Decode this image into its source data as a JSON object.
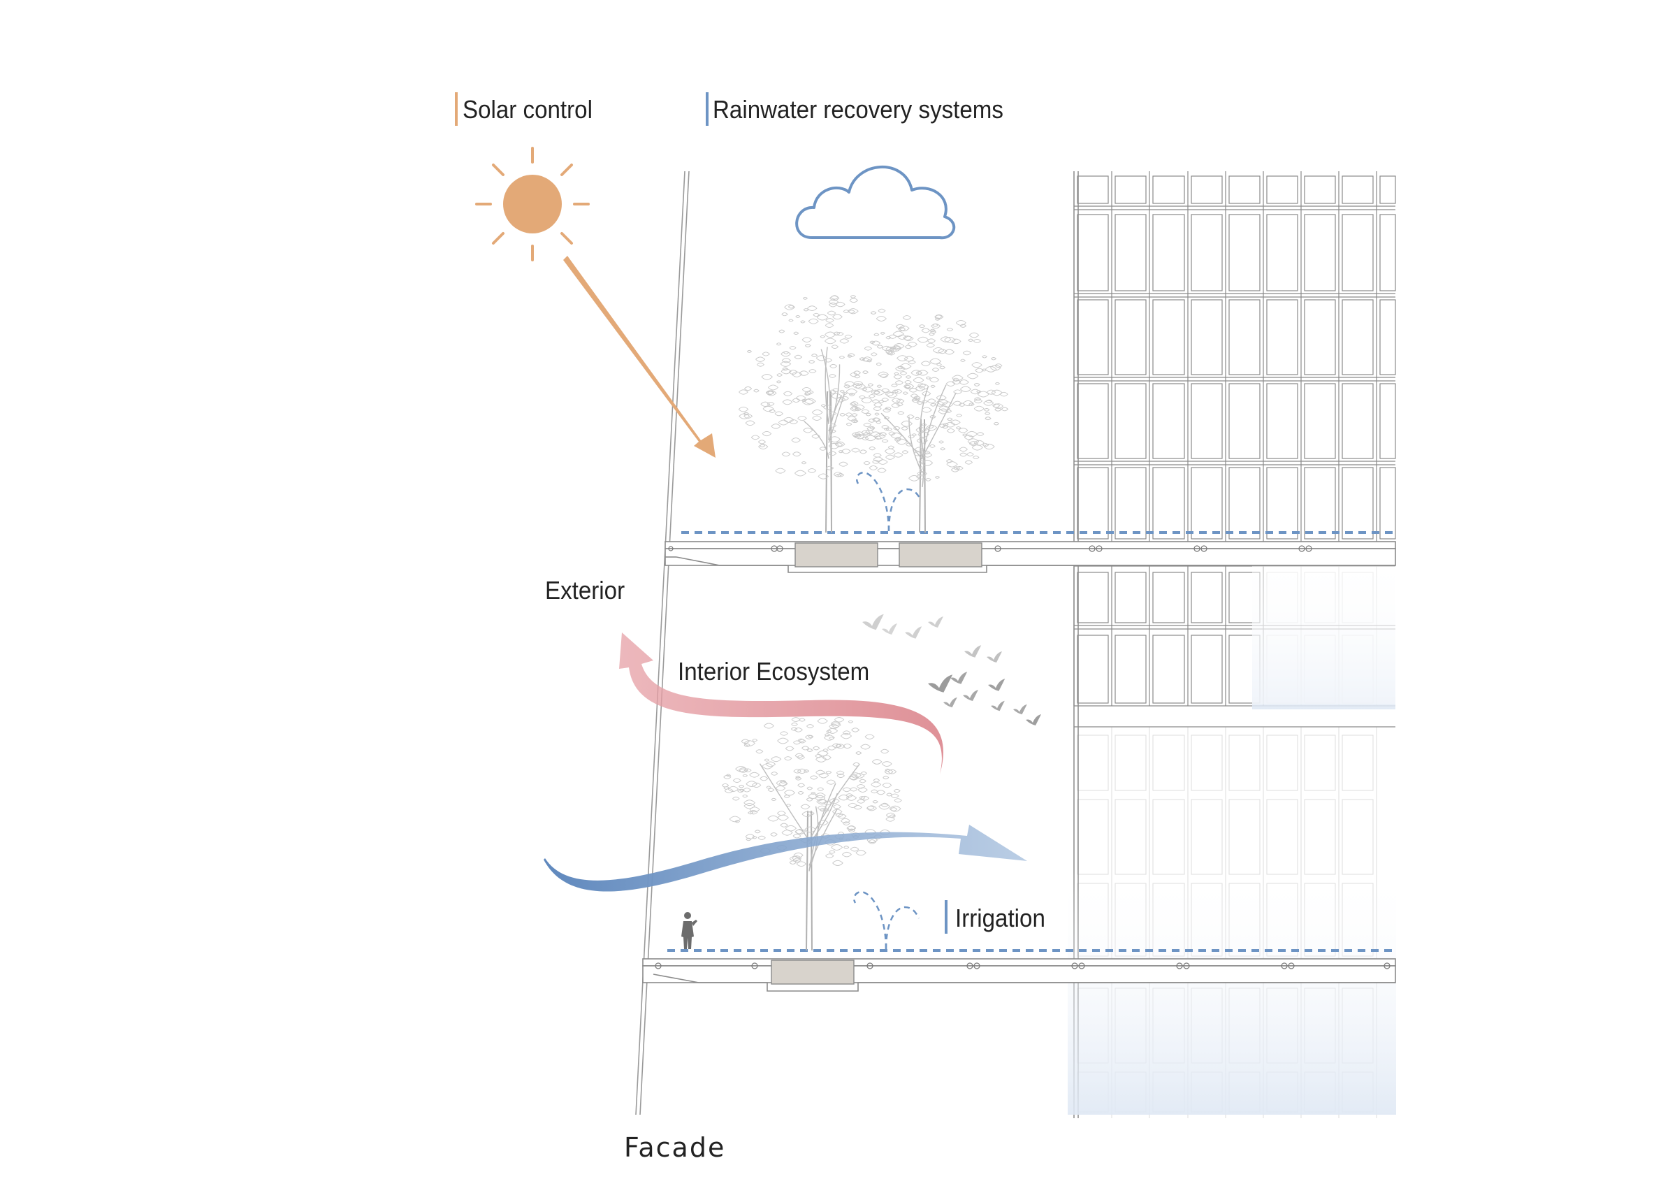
{
  "legend": {
    "solar": {
      "label": "Solar control",
      "color": "#e3a977"
    },
    "rain": {
      "label": "Rainwater recovery systems",
      "color": "#6d94c4"
    }
  },
  "labels": {
    "exterior": "Exterior",
    "interior": "Interior Ecosystem",
    "irrigation": "Irrigation",
    "facade": "Facade"
  },
  "colors": {
    "sun": "#e3a977",
    "water": "#6d94c4",
    "warm_flow": "#dd8b92",
    "cool_flow": "#6d94c4",
    "line": "#8a8a8a",
    "planter": "#d8d3cc",
    "bird": "#9b9b9b"
  },
  "icons": {
    "sun": "sun-icon",
    "cloud": "cloud-icon",
    "person": "person-icon",
    "bird": "bird-icon"
  }
}
